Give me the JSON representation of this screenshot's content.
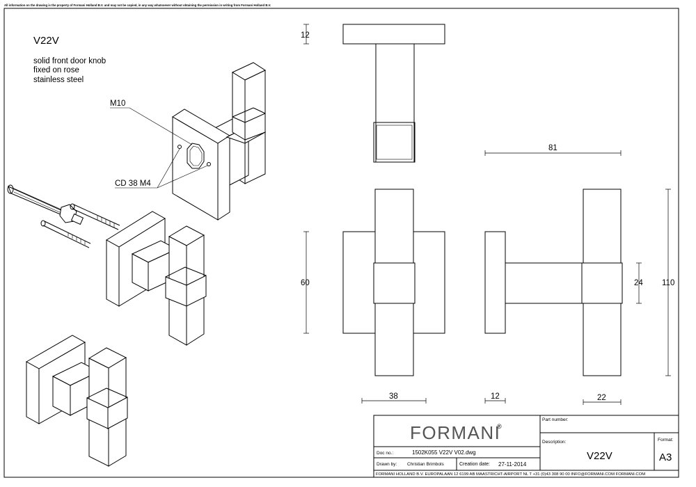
{
  "disclaimer": "All information on the drawing is the property of Formani Holland B.V. and may not be copied, in any way whatsoever without obtaining the permission in writing from Formani Holland B.V.",
  "product": {
    "code": "V22V",
    "description_lines": [
      "solid front door knob",
      "fixed on rose",
      "stainless steel"
    ]
  },
  "callouts": {
    "thread": "M10",
    "screws": "CD 38  M4"
  },
  "dimensions": {
    "top_rose_thickness": "12",
    "total_depth": "81",
    "rose_height": "60",
    "sleeve_height": "24",
    "knob_height": "110",
    "rose_width": "38",
    "rose_depth": "12",
    "knob_width": "22"
  },
  "title_block": {
    "brand": "FORMANI",
    "registered": "®",
    "part_number_label": "Part number:",
    "part_number": "",
    "description_label": "Description:",
    "description": "V22V",
    "format_label": "Format:",
    "format": "A3",
    "doc_no_label": "Doc no.:",
    "doc_no": "1502K055 V22V V02.dwg",
    "drawn_by_label": "Drawn by:",
    "drawn_by": "Christian Brimbols",
    "creation_date_label": "Creation date:",
    "creation_date": "27-11-2014",
    "footer": "FORMANI HOLLAND B.V.  EUROPALAAN 12  6199 AB MAASTRICHT-AIRPORT NL  T +31 (0)43 308 90 00 INFO@FORMANI.COM FORMANI.COM"
  }
}
